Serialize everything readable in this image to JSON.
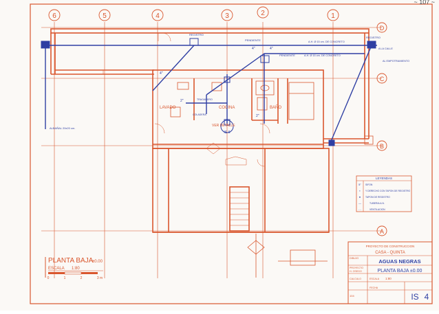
{
  "page_number": "~ 107 ~",
  "grid": {
    "columns": [
      "6",
      "5",
      "4",
      "3",
      "2",
      "1"
    ],
    "rows": [
      "D",
      "C",
      "B",
      "A"
    ]
  },
  "rooms": {
    "lavado": "LAVADO",
    "cocina": "COCINA",
    "bano": "BAÑO"
  },
  "pipe_labels": {
    "pendiente_top": "PENDIENTE",
    "ah_top": "A.H. Ø 15 cm. DE CONCRETO",
    "pendiente_mid": "PENDIENTE",
    "ah_mid": "A.H. Ø 15 cm. DE CONCRETO",
    "a_la_calle": "A LA CALLE",
    "al_empotramiento": "AL EMPOTRAMIENTO",
    "albanal": "ALBAÑAL 20x20 cm.",
    "registro_1": "REGISTRO",
    "registro_2": "REGISTRO",
    "ver_detalle": "VER DETALLE",
    "detalle_ref": "IS-6",
    "tragadero": "TRAGADERO",
    "coladera": "COLADERA"
  },
  "diameters": {
    "d1": "4\"",
    "d2": "4\"",
    "d3": "4\"",
    "d4": "2\"",
    "d5": "2\""
  },
  "legend": {
    "title": "LEYENDAS",
    "items": [
      {
        "symbol": "5\"",
        "text": "SIFON"
      },
      {
        "symbol": "▪",
        "text": "Y DERECHO CON TAPON DE REGISTRO"
      },
      {
        "symbol": "●",
        "text": "TAPON DE REGISTRO"
      },
      {
        "symbol": "—",
        "text": "TUBERIA A.N."
      },
      {
        "symbol": "- -",
        "text": "VENTILACION"
      }
    ]
  },
  "plan_title": {
    "name": "PLANTA BAJA",
    "level": "±0.00",
    "scale_label": "ESCALA",
    "scale_value": "1:80",
    "ticks": [
      "0",
      "1",
      "2",
      "3 m"
    ]
  },
  "title_block": {
    "project_label": "PROYECTO DE CONSTRUCCION",
    "project_name": "CASA - QUINTA",
    "dibujo": "DIBUJO",
    "subject": "AGUAS NEGRAS",
    "proyecto": "PROYECTO",
    "proyecto_value": "H. OSEGO",
    "sheet_title": "PLANTA BAJA ±0.00",
    "calculo": "CALCULO",
    "escala": "ESCALA",
    "escala_value": "1:80",
    "fecha": "FECHA",
    "revision": "104",
    "sheet_code": "IS",
    "sheet_number": "4"
  },
  "colors": {
    "plan": "#d9562d",
    "pipes": "#2f3fa3",
    "paper": "#fbf9f6"
  }
}
